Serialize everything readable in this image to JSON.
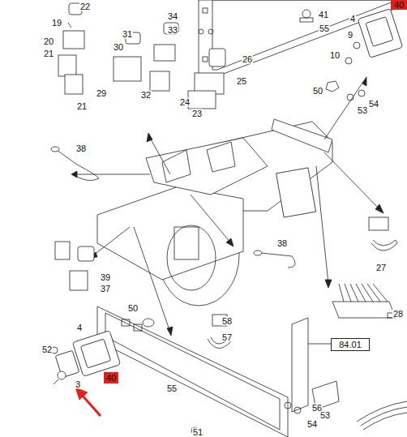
{
  "diagram": {
    "nodes": [
      {
        "text": [
          "40"
        ]
      },
      {
        "text": [
          "84.01"
        ]
      },
      {
        "text": [
          "40"
        ]
      }
    ],
    "labels": [
      "22",
      "19",
      "20",
      "21",
      "21",
      "31",
      "30",
      "29",
      "34",
      "33",
      "32",
      "26",
      "25",
      "24",
      "23",
      "41",
      "55",
      "4",
      "9",
      "10",
      "50",
      "54",
      "53",
      "38",
      "39",
      "37",
      "38",
      "27",
      "28",
      "50",
      "58",
      "57",
      "4",
      "52",
      "3",
      "55",
      "53",
      "54",
      "56",
      "51"
    ]
  }
}
